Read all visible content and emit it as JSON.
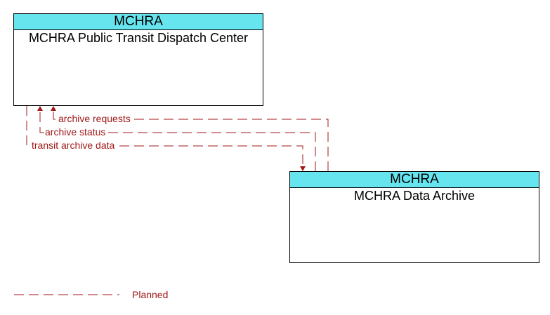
{
  "nodes": {
    "dispatch": {
      "header": "MCHRA",
      "title": "MCHRA Public Transit Dispatch Center"
    },
    "archive": {
      "header": "MCHRA",
      "title": "MCHRA Data Archive"
    }
  },
  "flows": [
    {
      "label": "archive requests",
      "from": "MCHRA Data Archive",
      "to": "MCHRA Public Transit Dispatch Center",
      "status": "Planned"
    },
    {
      "label": "archive status",
      "from": "MCHRA Data Archive",
      "to": "MCHRA Public Transit Dispatch Center",
      "status": "Planned"
    },
    {
      "label": "transit archive data",
      "from": "MCHRA Public Transit Dispatch Center",
      "to": "MCHRA Data Archive",
      "status": "Planned"
    }
  ],
  "legend": {
    "planned_label": "Planned"
  },
  "colors": {
    "planned": "#a01818",
    "header": "#66e5ef"
  }
}
